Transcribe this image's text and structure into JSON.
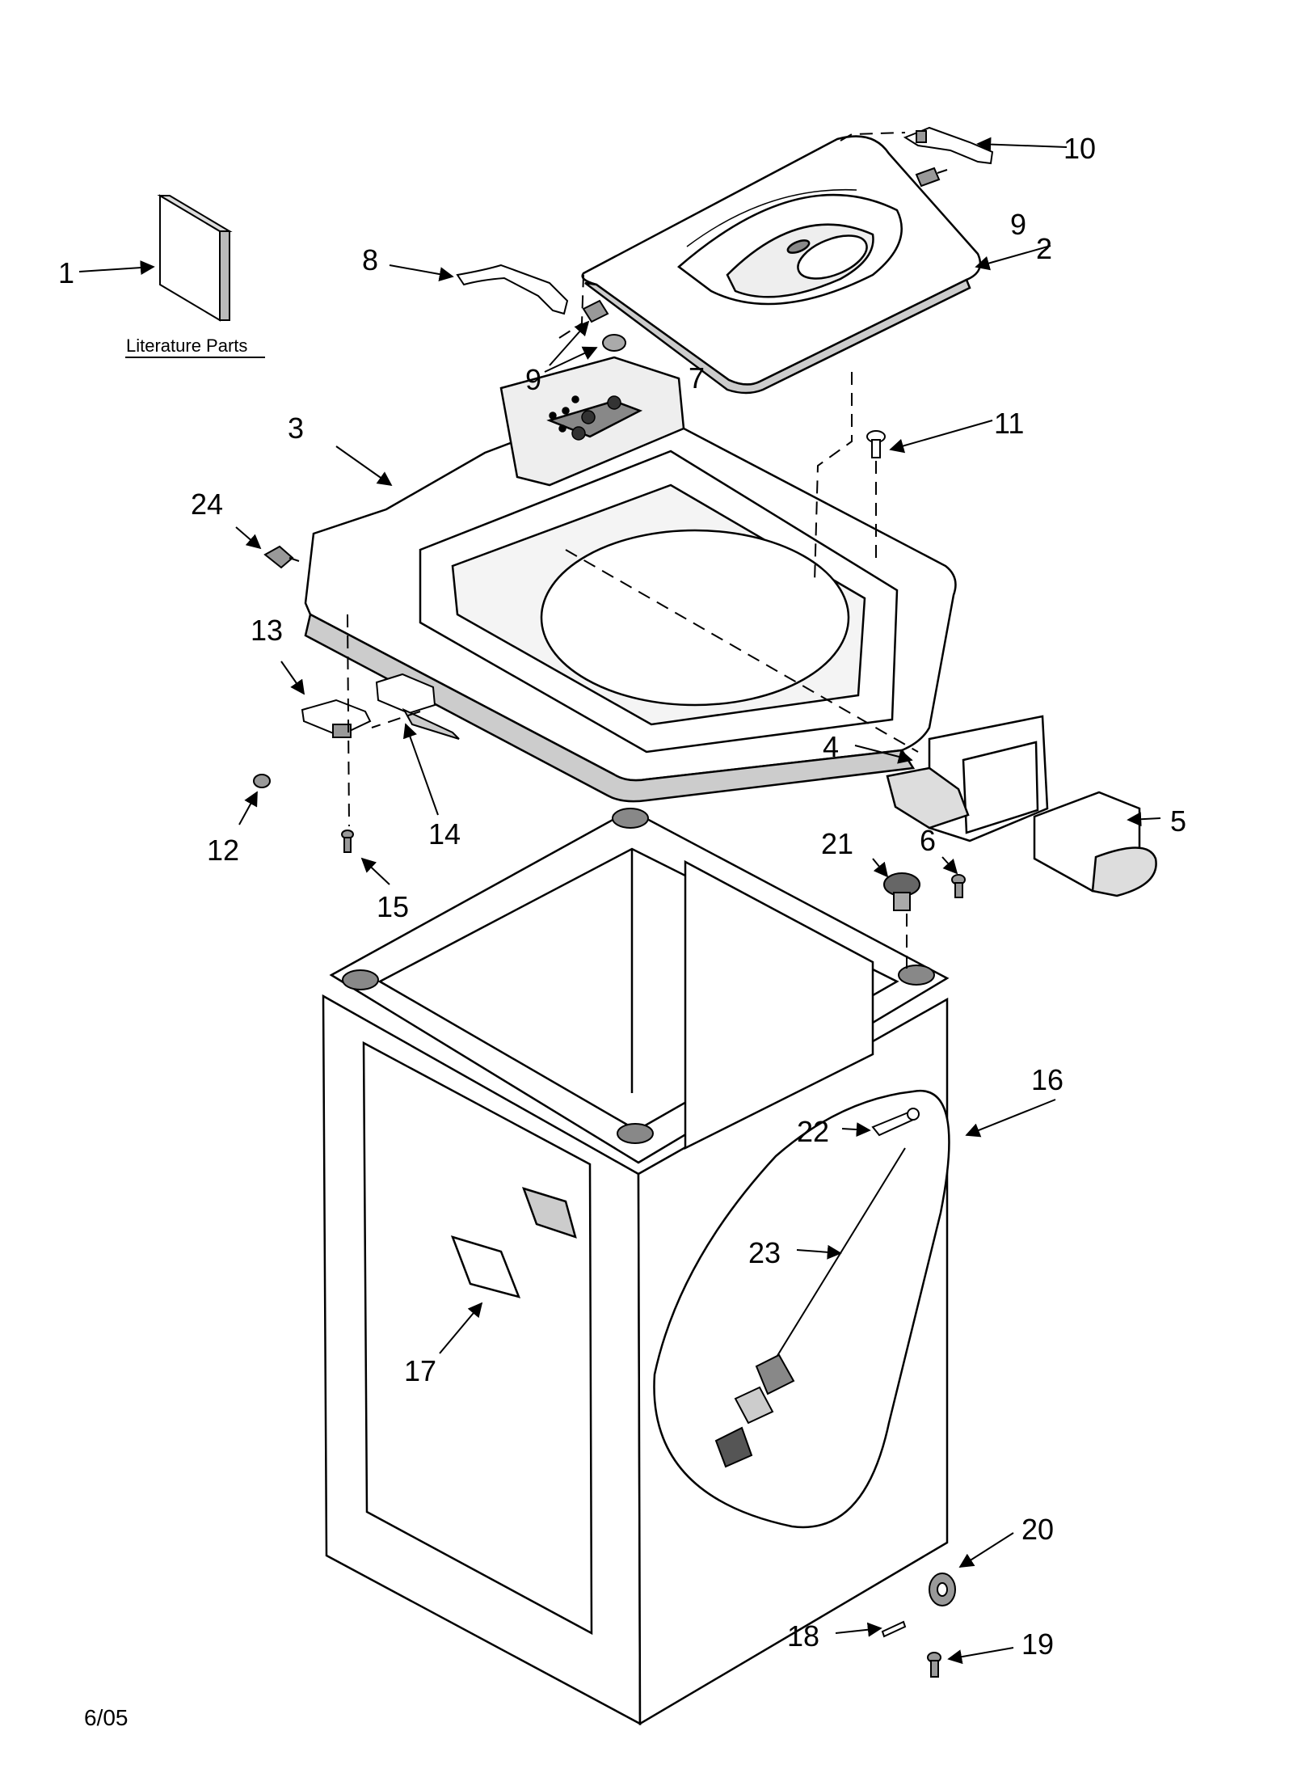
{
  "diagram": {
    "literature_label": "Literature Parts",
    "date_code": "6/05",
    "callouts": {
      "c1": "1",
      "c2": "2",
      "c3": "3",
      "c4": "4",
      "c5": "5",
      "c6": "6",
      "c7": "7",
      "c8": "8",
      "c9a": "9",
      "c9b": "9",
      "c10": "10",
      "c11": "11",
      "c12": "12",
      "c13": "13",
      "c14": "14",
      "c15": "15",
      "c16": "16",
      "c17": "17",
      "c18": "18",
      "c19": "19",
      "c20": "20",
      "c21": "21",
      "c22": "22",
      "c23": "23",
      "c24": "24"
    }
  }
}
